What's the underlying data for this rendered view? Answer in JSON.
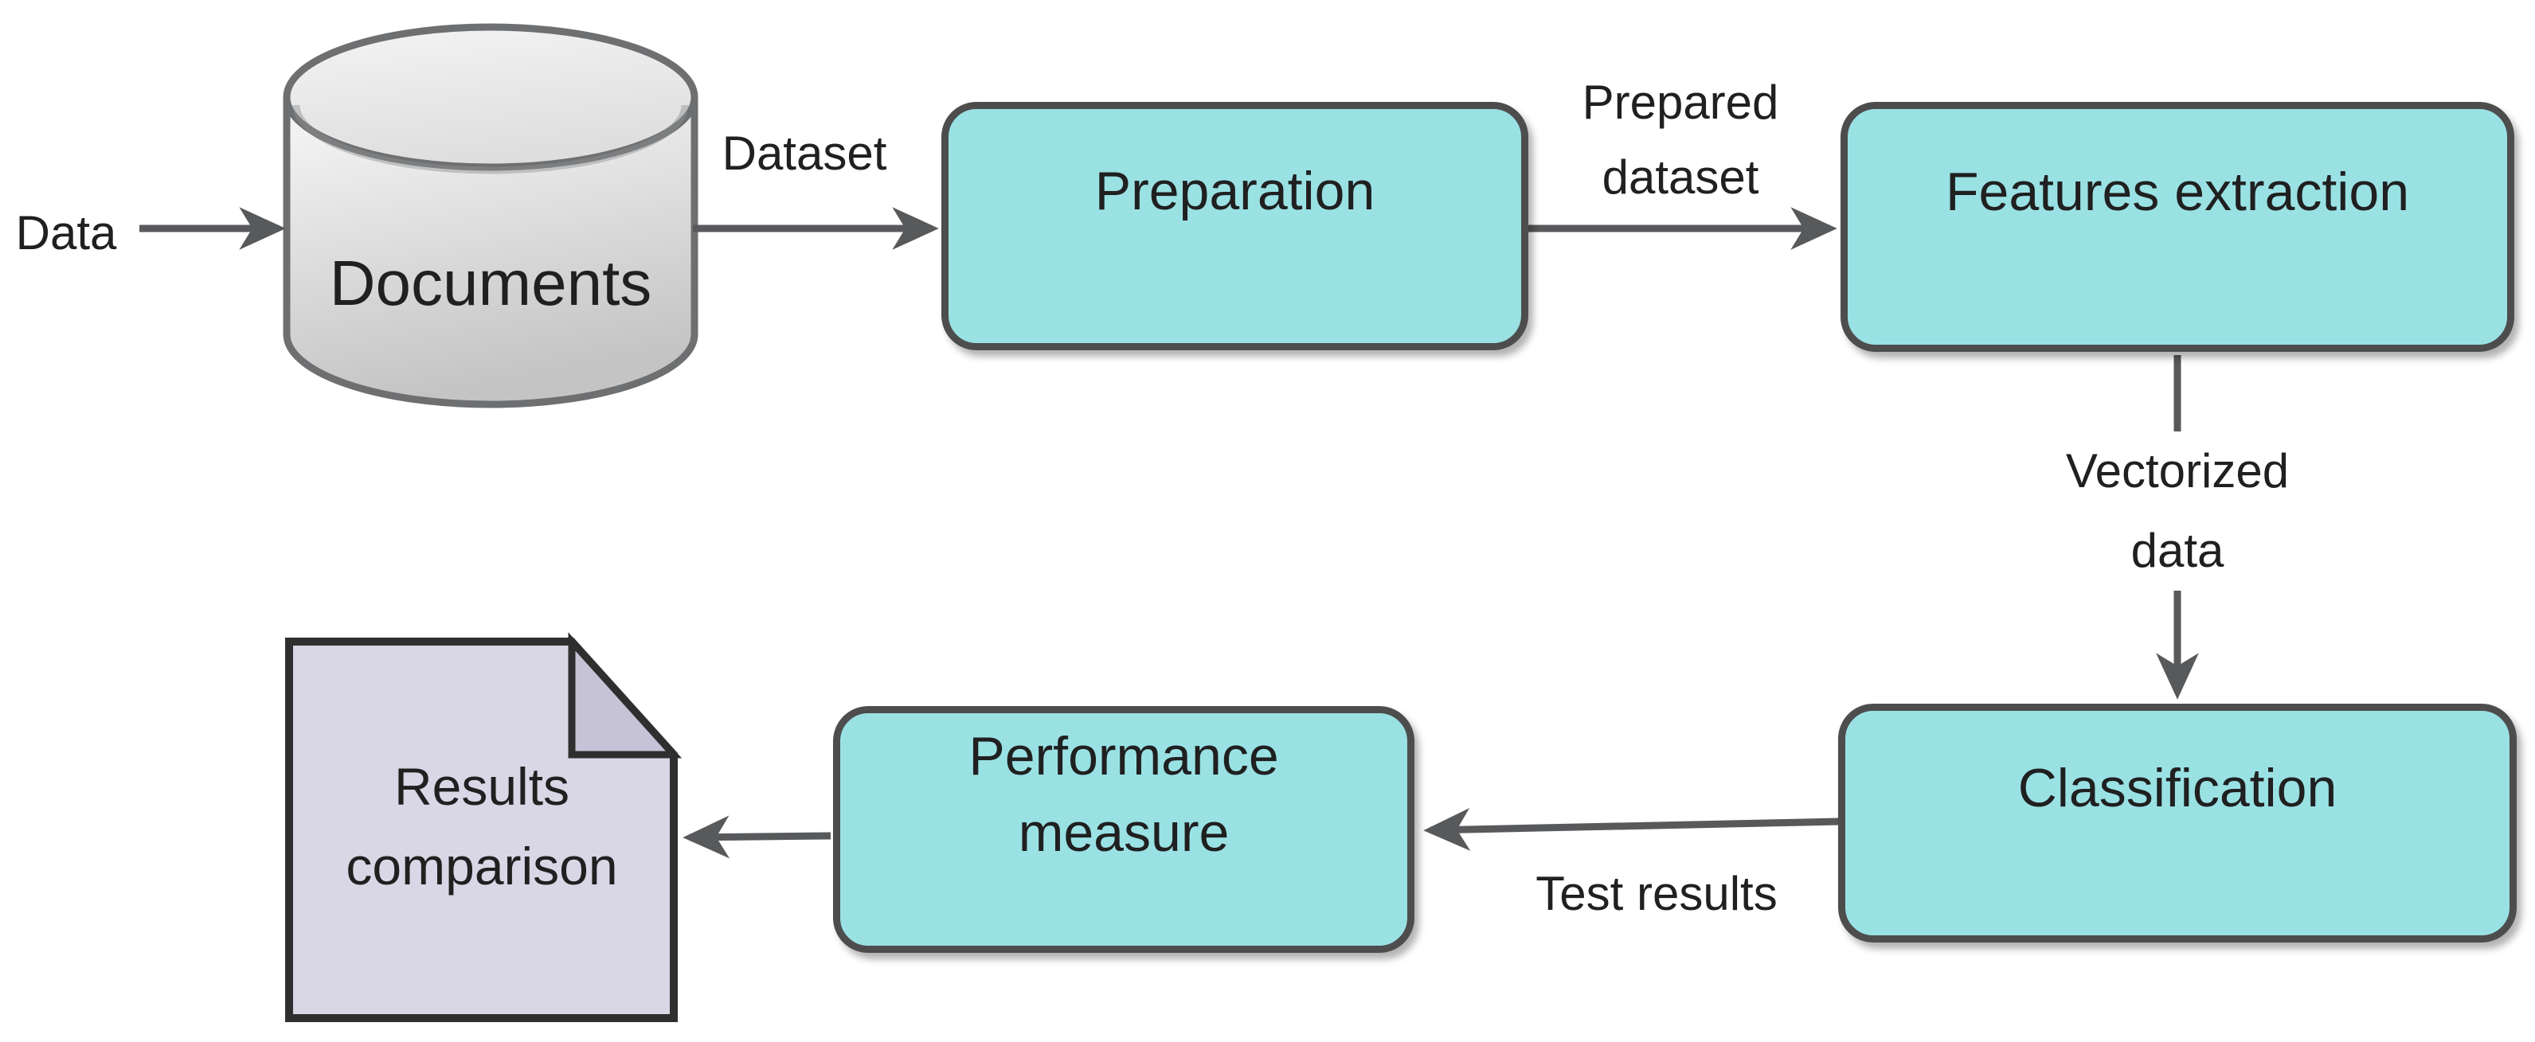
{
  "colors": {
    "background": "#ffffff",
    "box_fill": "#9ae1e4",
    "box_border": "#4d4d4d",
    "arrow": "#58595b",
    "text": "#202020",
    "cylinder_border": "#6e6f71",
    "cylinder_light": "#f8f8f8",
    "cylinder_dark": "#c4c4c4",
    "document_fill": "#d9d6e6",
    "document_fold": "#c6c3d7",
    "document_border": "#2f2f2f"
  },
  "nodes": {
    "documents": "Documents",
    "preparation": "Preparation",
    "features_extraction": "Features extraction",
    "classification": "Classification",
    "performance_measure_line1": "Performance",
    "performance_measure_line2": "measure",
    "results_comparison_line1": "Results",
    "results_comparison_line2": "comparison"
  },
  "labels": {
    "data": "Data",
    "dataset": "Dataset",
    "prepared_dataset_line1": "Prepared",
    "prepared_dataset_line2": "dataset",
    "vectorized_data_line1": "Vectorized",
    "vectorized_data_line2": "data",
    "test_results": "Test results"
  }
}
